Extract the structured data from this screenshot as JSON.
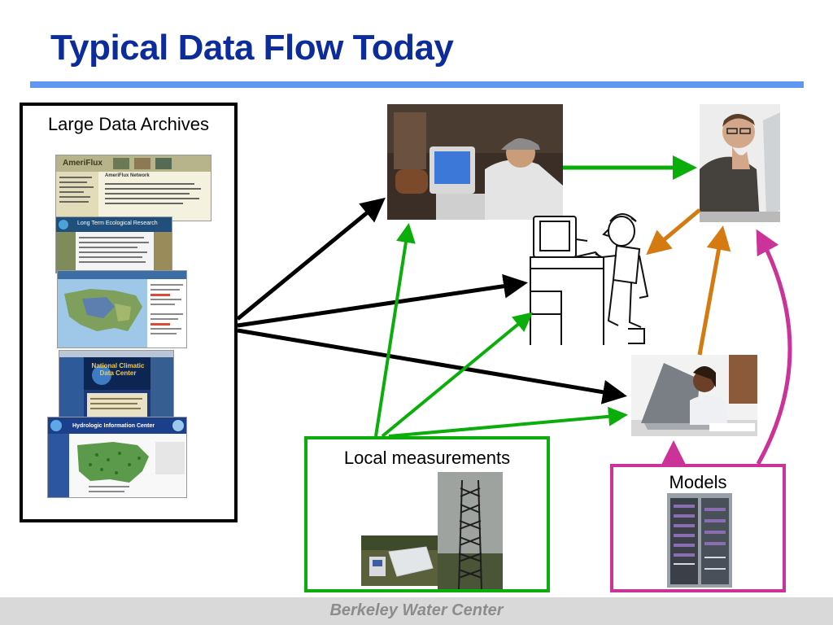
{
  "slide": {
    "title": "Typical Data Flow Today",
    "footer": "Berkeley Water Center"
  },
  "boxes": {
    "archives": "Large Data Archives",
    "local": "Local measurements",
    "models": "Models"
  },
  "thumbnails": {
    "ameriflux": {
      "brand": "AmeriFlux",
      "heading": "AmeriFlux Network"
    },
    "lter": {
      "heading": "Long Term Ecological Research"
    },
    "ncdc": {
      "heading": "National Climatic Data Center"
    },
    "nws": {
      "heading": "Hydrologic Information Center"
    }
  },
  "colors": {
    "title": "#0c2c9c",
    "rule": "#5e96f2",
    "archive_flow": "#000000",
    "local_flow": "#0aad0a",
    "model_flow": "#cc3399",
    "analysis_flow": "#d47a10"
  }
}
